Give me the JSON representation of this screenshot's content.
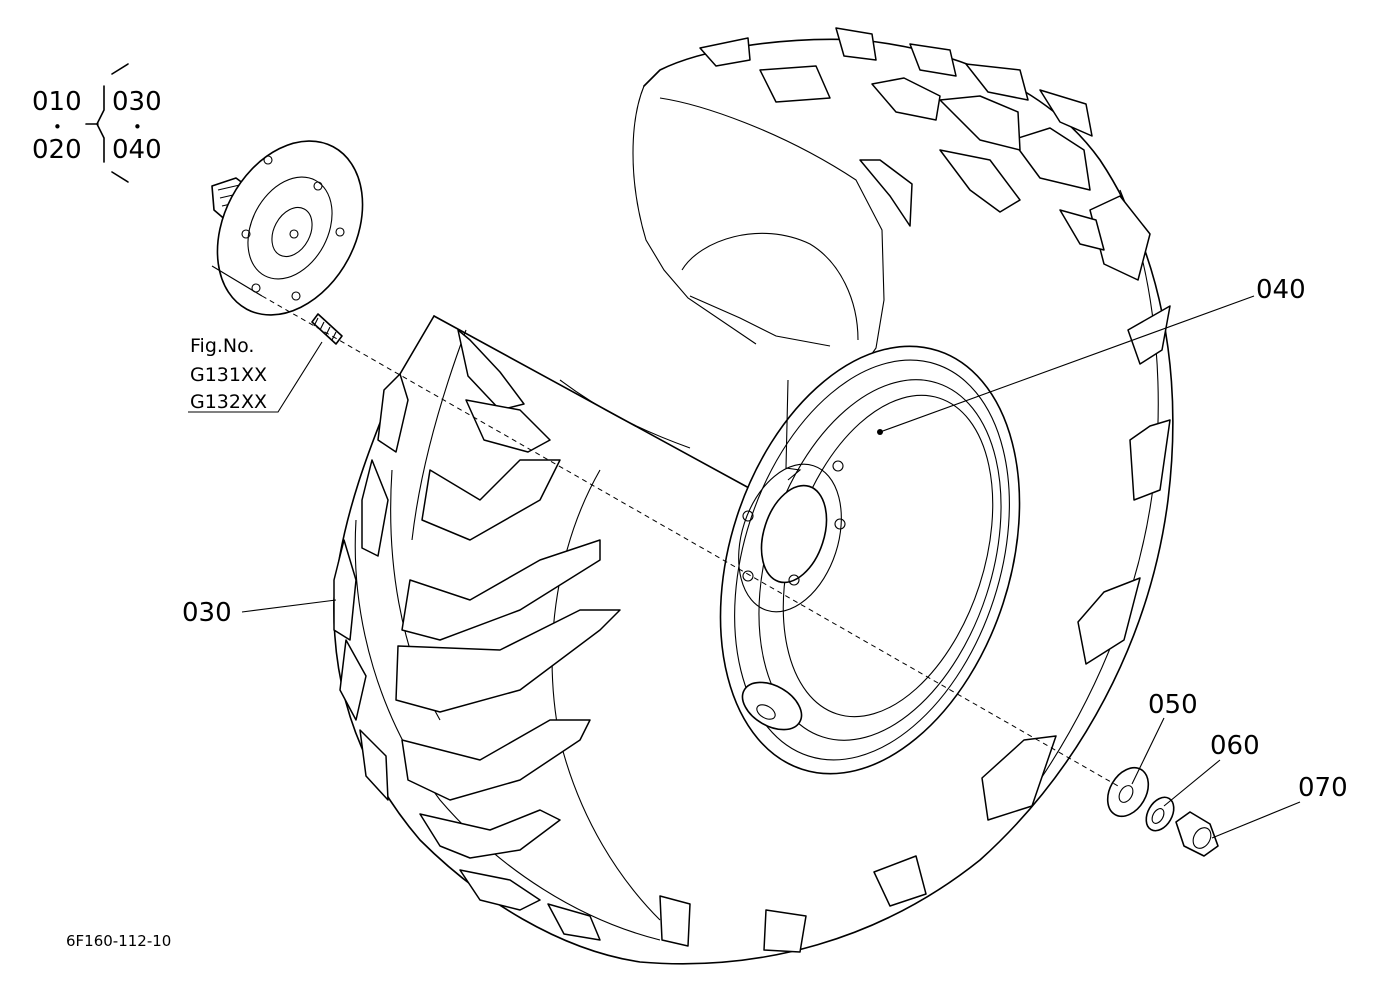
{
  "group_label": {
    "left_top": "010",
    "left_bottom": "020",
    "right_top": "030",
    "right_bottom": "040",
    "dot": "•"
  },
  "figure_reference": {
    "heading": "Fig.No.",
    "line1": "G131XX",
    "line2": "G132XX"
  },
  "callouts": {
    "tire": "030",
    "rim": "040",
    "washer": "050",
    "spring_washer": "060",
    "nut": "070"
  },
  "drawing_number": "6F160-112-10"
}
